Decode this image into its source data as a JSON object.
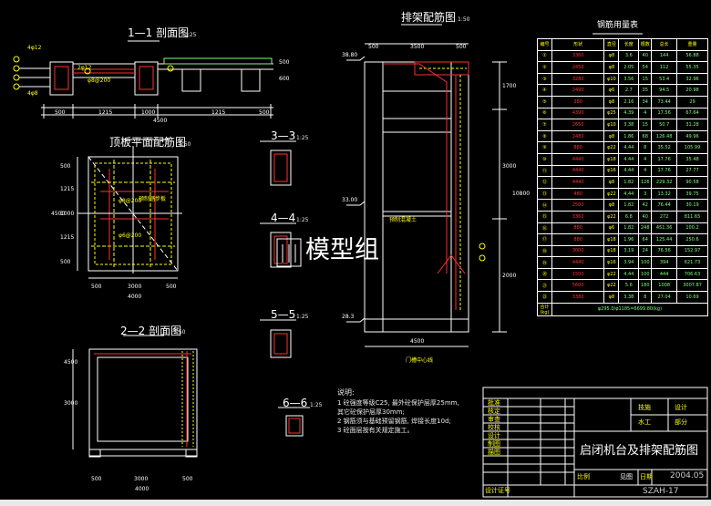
{
  "titles": {
    "sec11": "1—1 剖面图",
    "sec11_scale": "1:25",
    "frame": "排架配筋图",
    "frame_scale": "1:50",
    "roof": "顶板平面配筋图",
    "roof_scale": "1:50",
    "sec22": "2—2 剖面图",
    "sec22_scale": "1:50",
    "sec33": "3—3",
    "sec33_scale": "1:25",
    "sec44": "4—4",
    "sec44_scale": "1:25",
    "sec55": "5—5",
    "sec55_scale": "1:25",
    "sec66": "6—6",
    "sec66_scale": "1:25",
    "table": "钢筋用量表"
  },
  "dims": {
    "s11_bottom": [
      "500",
      "1215",
      "1000",
      "1215",
      "500"
    ],
    "s11_total": "4500",
    "s11_side": [
      "500",
      "600"
    ],
    "frame_top": [
      "500",
      "3500",
      "500"
    ],
    "frame_bottom": "4500",
    "frame_right": [
      "1700",
      "3000",
      "2000"
    ],
    "frame_total": "10800",
    "roof_bottom": [
      "500",
      "3000",
      "500"
    ],
    "roof_total": "4000",
    "roof_left": [
      "500",
      "1215",
      "1000",
      "1215",
      "500"
    ],
    "roof_left_total": "4500",
    "s22_bottom": [
      "500",
      "3000",
      "500"
    ],
    "s22_total": "4000",
    "s22_left": [
      "4500",
      "3000"
    ],
    "elev1": "38.80",
    "elev2": "33.00",
    "elev3": "28.3"
  },
  "annotations": {
    "gate_center": "门槽中心线",
    "precast": "预制混凝土",
    "stair": "预制踏步板",
    "bars": [
      "4φ12",
      "2φ12",
      "4φ8",
      "φ8@200",
      "φ8@200",
      "φ6@200"
    ]
  },
  "watermark": "模型组",
  "notes": {
    "title": "说明:",
    "items": [
      "1 砼强度等级C25, 最外砼保护层厚25mm,",
      "   其它砼保护层厚30mm;",
      "2 钢筋须与基础预留钢筋, 焊接长度10d;",
      "3 砼面层按有关规定施工。"
    ]
  },
  "table": {
    "headers": [
      "编号",
      "形状",
      "直径",
      "长度",
      "根数",
      "总长",
      "重量"
    ],
    "rows": [
      [
        "①",
        "3360",
        "φ8",
        "3.6",
        "40",
        "144",
        "56.88"
      ],
      [
        "②",
        "2450",
        "φ8",
        "2.05",
        "54",
        "112",
        "55.35"
      ],
      [
        "③",
        "3280",
        "φ10",
        "3.56",
        "15",
        "53.4",
        "32.96"
      ],
      [
        "④",
        "2490",
        "φ6",
        "2.7",
        "35",
        "94.5",
        "20.98"
      ],
      [
        "⑤",
        "280",
        "φ8",
        "2.16",
        "34",
        "73.44",
        "29"
      ],
      [
        "⑥",
        "4390",
        "φ25",
        "4.39",
        "4",
        "17.56",
        "67.64"
      ],
      [
        "⑦",
        "2650",
        "φ10",
        "3.38",
        "15",
        "50.7",
        "31.28"
      ],
      [
        "⑧",
        "2480",
        "φ8",
        "1.86",
        "68",
        "126.48",
        "49.96"
      ],
      [
        "⑨",
        "880",
        "φ22",
        "4.44",
        "8",
        "35.52",
        "105.99"
      ],
      [
        "⑩",
        "4440",
        "φ18",
        "4.44",
        "4",
        "17.76",
        "35.48"
      ],
      [
        "⑪",
        "4440",
        "φ16",
        "4.44",
        "4",
        "17.76",
        "27.77"
      ],
      [
        "⑫",
        "4440",
        "φ8",
        "1.82",
        "126",
        "229.32",
        "90.58"
      ],
      [
        "⑬",
        "480",
        "φ22",
        "4.44",
        "3",
        "13.32",
        "39.75"
      ],
      [
        "⑭",
        "2500",
        "φ8",
        "1.82",
        "42",
        "76.44",
        "30.19"
      ],
      [
        "⑮",
        "3360",
        "φ22",
        "6.8",
        "40",
        "272",
        "811.65"
      ],
      [
        "⑯",
        "880",
        "φ6",
        "1.82",
        "248",
        "451.36",
        "100.2"
      ],
      [
        "⑰",
        "880",
        "φ18",
        "1.96",
        "64",
        "125.44",
        "250.6"
      ],
      [
        "⑱",
        "3000",
        "φ18",
        "3.19",
        "24",
        "76.56",
        "152.97"
      ],
      [
        "⑲",
        "4440",
        "φ16",
        "3.94",
        "100",
        "394",
        "621.73"
      ],
      [
        "⑳",
        "1500",
        "φ22",
        "4.44",
        "100",
        "444",
        "706.63"
      ],
      [
        "㉑",
        "5600",
        "φ22",
        "5.6",
        "180",
        "1008",
        "3007.87"
      ],
      [
        "㉒",
        "3380",
        "φ8",
        "3.38",
        "8",
        "27.04",
        "10.69"
      ]
    ],
    "total_label": "合计(kg)",
    "total_value": "φ295.0/φ1185=6699.80(kg)"
  },
  "title_block": {
    "row_labels": [
      "批准",
      "核定",
      "审查",
      "校核",
      "设计",
      "制图",
      "描图",
      "设计证号"
    ],
    "right_top": [
      "技施",
      "设计"
    ],
    "right_mid": [
      "水工",
      "部分"
    ],
    "drawing_title": "启闭机台及排架配筋图",
    "scale_label": "比例",
    "scale_value": "见图",
    "date_label": "日期",
    "date_value": "2004.05",
    "drawing_no": "SZAH-17"
  }
}
